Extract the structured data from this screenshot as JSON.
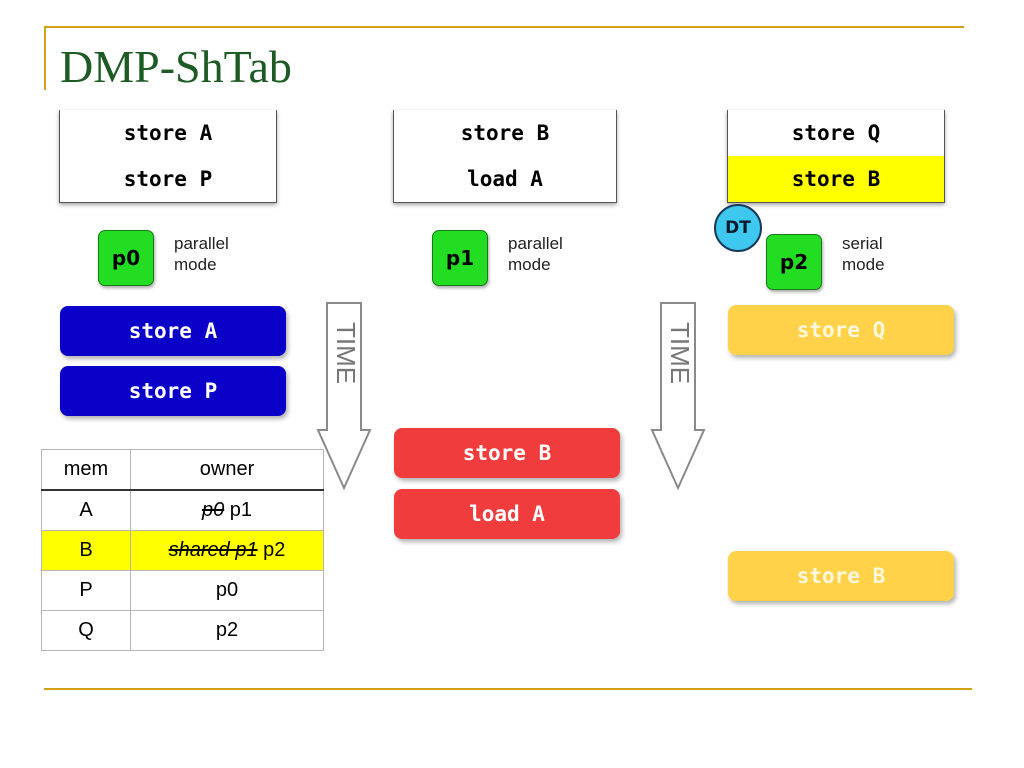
{
  "slide": {
    "title": "DMP-ShTab"
  },
  "threads": [
    {
      "instructions": [
        "store A",
        "store P"
      ],
      "processor": "p0",
      "mode": [
        "parallel",
        "mode"
      ]
    },
    {
      "instructions": [
        "store B",
        "load A"
      ],
      "processor": "p1",
      "mode": [
        "parallel",
        "mode"
      ]
    },
    {
      "instructions": [
        "store Q",
        "store B"
      ],
      "highlighted_instruction": "store B",
      "processor": "p2",
      "mode": [
        "serial",
        "mode"
      ],
      "badge": "DT"
    }
  ],
  "execution": {
    "p0": [
      "store A",
      "store P"
    ],
    "p1": [
      "store B",
      "load A"
    ],
    "p2": [
      "store Q",
      "store B"
    ]
  },
  "time_label": "TIME",
  "owner_table": {
    "headers": [
      "mem",
      "owner"
    ],
    "rows": [
      {
        "mem": "A",
        "old": "p0",
        "new": "p1"
      },
      {
        "mem": "B",
        "old": "shared p1",
        "new": "p2",
        "highlight": true
      },
      {
        "mem": "P",
        "old": "",
        "new": "p0"
      },
      {
        "mem": "Q",
        "old": "",
        "new": "p2"
      }
    ]
  },
  "colors": {
    "title": "#1e5a23",
    "rule": "#d4a017",
    "processor": "#22dd22",
    "highlight": "#ffff00",
    "p0_exec": "#0a00c8",
    "p1_exec": "#f03c3c",
    "p2_exec": "#ffd24a",
    "badge": "#3ec8f0"
  }
}
